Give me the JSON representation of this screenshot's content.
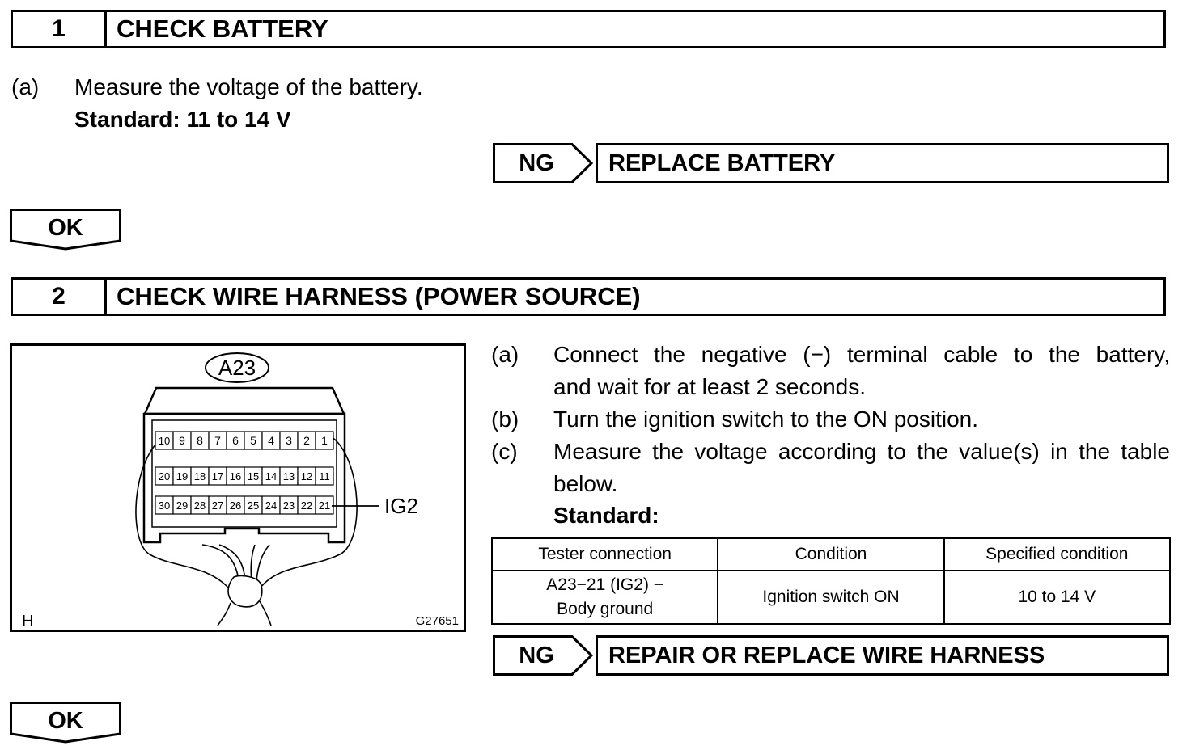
{
  "step1": {
    "number": "1",
    "title": "CHECK BATTERY",
    "item_a_marker": "(a)",
    "item_a_text": "Measure the voltage of the battery.",
    "standard": "Standard: 11 to 14 V",
    "ng_label": "NG",
    "ng_action": "REPLACE BATTERY",
    "ok_label": "OK"
  },
  "step2": {
    "number": "2",
    "title": "CHECK WIRE HARNESS (POWER SOURCE)",
    "figure": {
      "connector_id": "A23",
      "pin_label": "IG2",
      "corner_code": "H",
      "figure_code": "G27651",
      "pin_rows": [
        [
          "10",
          "9",
          "8",
          "7",
          "6",
          "5",
          "4",
          "3",
          "2",
          "1"
        ],
        [
          "20",
          "19",
          "18",
          "17",
          "16",
          "15",
          "14",
          "13",
          "12",
          "11"
        ],
        [
          "30",
          "29",
          "28",
          "27",
          "26",
          "25",
          "24",
          "23",
          "22",
          "21"
        ]
      ]
    },
    "items": [
      {
        "marker": "(a)",
        "lines": [
          "Connect the negative (−) terminal cable to the battery,",
          "and wait for at least 2 seconds."
        ]
      },
      {
        "marker": "(b)",
        "lines": [
          "Turn the ignition switch to the ON position."
        ]
      },
      {
        "marker": "(c)",
        "lines": [
          "Measure the voltage according to the value(s) in the table",
          "below."
        ]
      }
    ],
    "standard_label": "Standard:",
    "table": {
      "headers": [
        "Tester connection",
        "Condition",
        "Specified condition"
      ],
      "row": {
        "tester_line1": "A23−21 (IG2) −",
        "tester_line2": "Body ground",
        "condition": "Ignition switch ON",
        "specified": "10 to 14 V"
      }
    },
    "ng_label": "NG",
    "ng_action": "REPAIR OR REPLACE WIRE HARNESS",
    "ok_label": "OK"
  }
}
